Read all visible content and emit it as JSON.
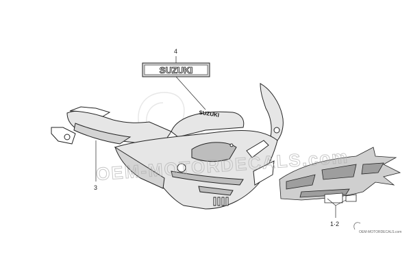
{
  "diagram": {
    "callouts": {
      "part4": "4",
      "part3": "3",
      "part12": "1·2"
    },
    "badge_text": "SUZUKI",
    "tank_text": "SUZUKI",
    "watermark": {
      "main": "OEM-MOTORDECALS.com",
      "corner": "OEM-MOTORDECALS.com"
    },
    "colors": {
      "line": "#222222",
      "fairing_fill": "#e6e6e6",
      "decal_fill": "#cfcfcf",
      "watermark": "#b0b0b0"
    }
  }
}
